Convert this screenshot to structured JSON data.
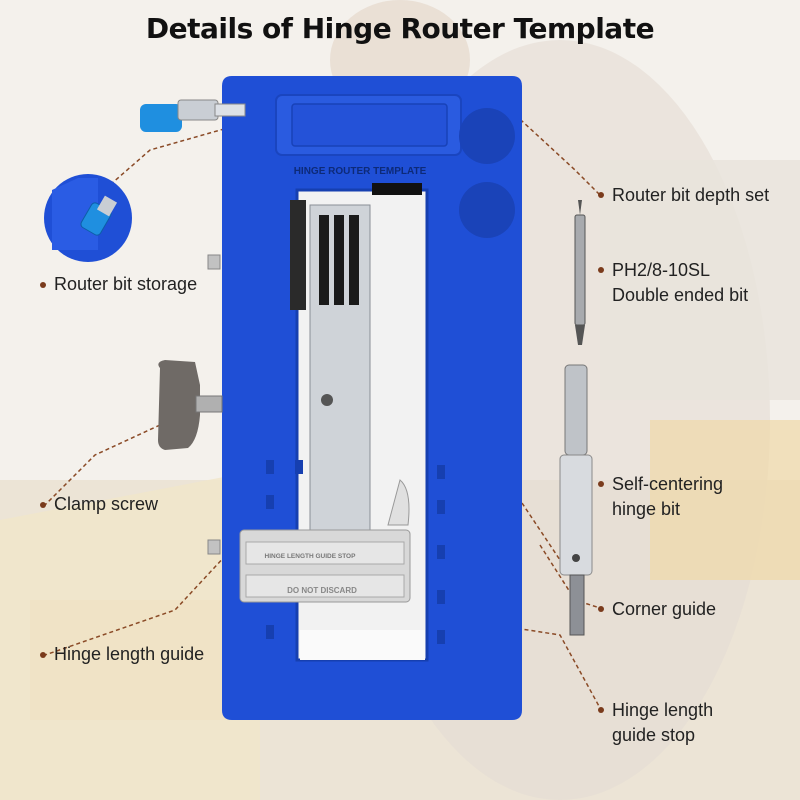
{
  "title": "Details of Hinge Router Template",
  "template_text": "HINGE ROUTER TEMPLATE",
  "guide_stop_text": "HINGE LENGTH GUIDE STOP",
  "guide_stop_warning": "DO NOT DISCARD",
  "labels": {
    "router_bit_storage": "Router bit storage",
    "clamp_screw": "Clamp screw",
    "hinge_length_guide": "Hinge length guide",
    "router_bit_depth_set": "Router bit depth set",
    "double_bit_line1": "PH2/8-10SL",
    "double_bit_line2": "Double ended bit",
    "self_centering_line1": "Self-centering",
    "self_centering_line2": "hinge bit",
    "corner_guide": "Corner guide",
    "guide_stop_line1": "Hinge length",
    "guide_stop_line2": "guide stop"
  },
  "colors": {
    "template_blue": "#1f4fd6",
    "label_text": "#222222",
    "leader_line": "#8a4a26",
    "guide_gray": "#d8d8d8"
  }
}
